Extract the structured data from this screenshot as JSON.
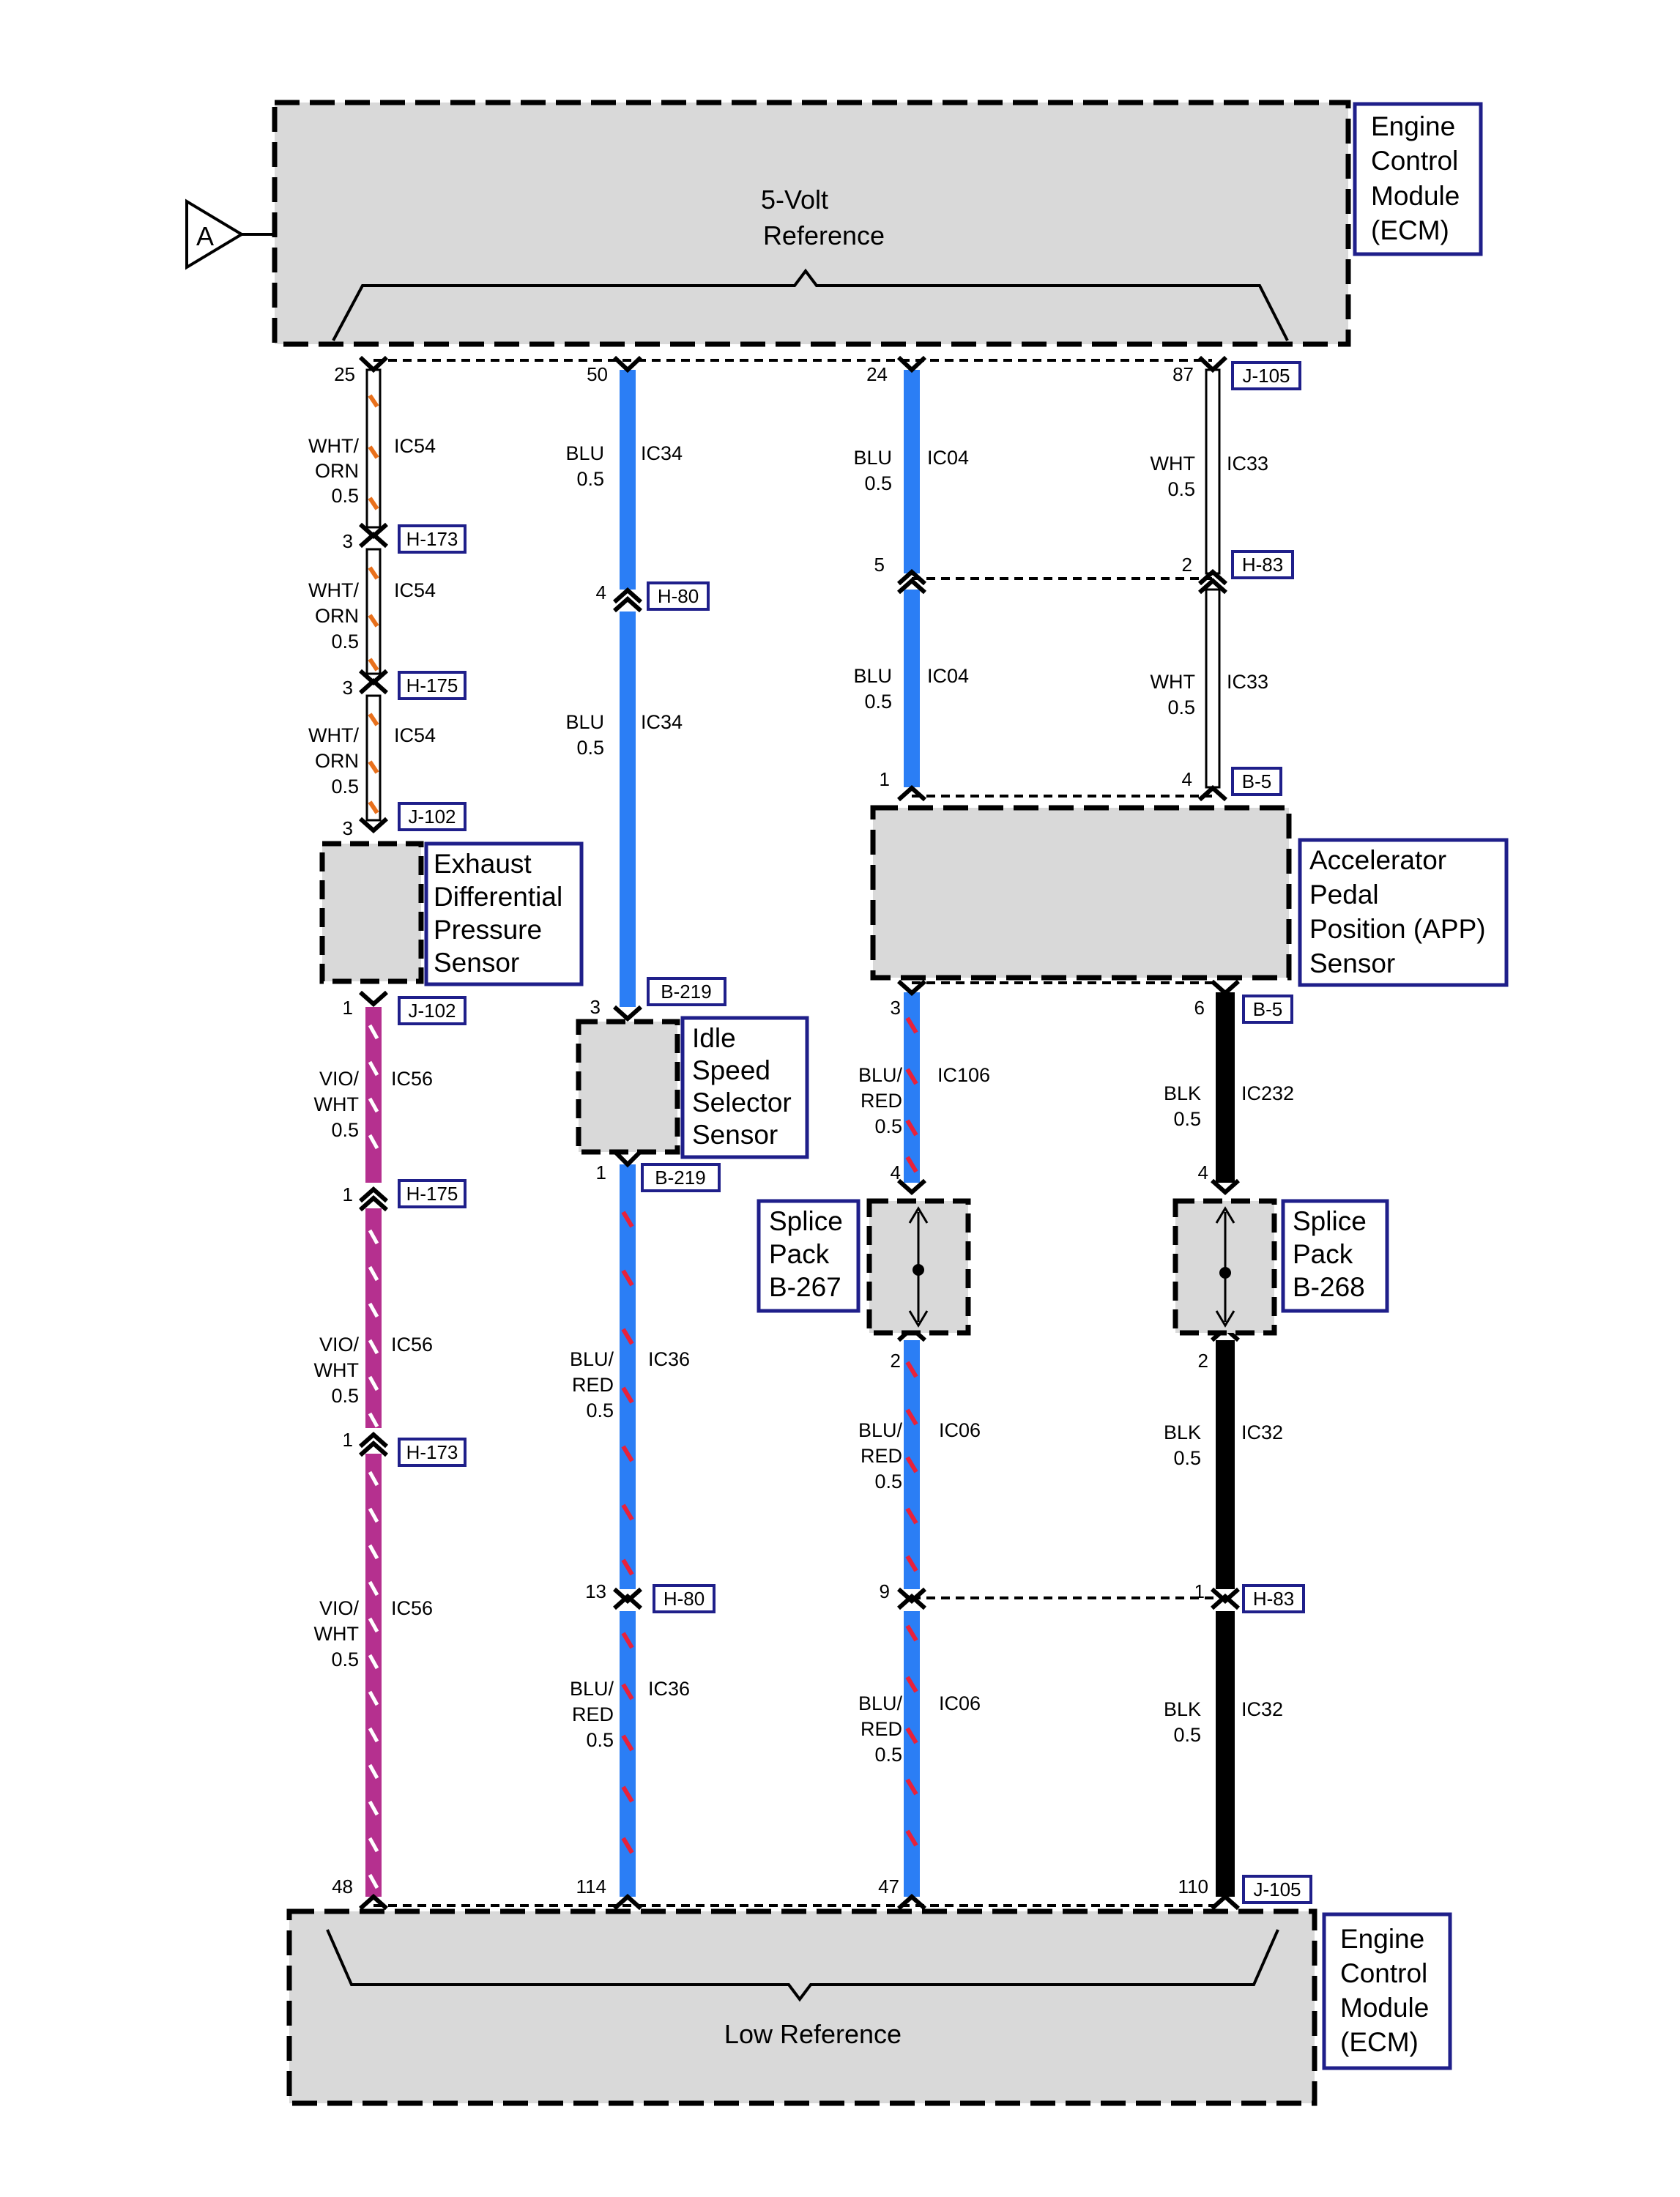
{
  "colors": {
    "module_fill": "#d9d9d9",
    "label_border": "#1f1f8a",
    "blue": "#2b7ef5",
    "red_stripe": "#e8213b",
    "orange_stripe": "#e8701c",
    "violet": "#b5308f",
    "black": "#000000"
  },
  "ecm_top": {
    "label": [
      "Engine",
      "Control",
      "Module",
      "(ECM)"
    ],
    "text": [
      "5-Volt",
      "Reference"
    ],
    "connector_label": "A"
  },
  "ecm_bottom": {
    "label": [
      "Engine",
      "Control",
      "Module",
      "(ECM)"
    ],
    "text": "Low Reference"
  },
  "components": {
    "exhaust": [
      "Exhaust",
      "Differential",
      "Pressure",
      "Sensor"
    ],
    "idle": [
      "Idle",
      "Speed",
      "Selector",
      "Sensor"
    ],
    "app": [
      "Accelerator",
      "Pedal",
      "Position (APP)",
      "Sensor"
    ],
    "splice1": [
      "Splice",
      "Pack",
      "B-267"
    ],
    "splice2": [
      "Splice",
      "Pack",
      "B-268"
    ]
  },
  "pins": {
    "c1_top": "25",
    "c1_h173": "3",
    "c1_h175": "3",
    "c1_j102": "3",
    "c1_j102b": "1",
    "c1_h175b": "1",
    "c1_h173b": "1",
    "c1_bottom": "48",
    "c2_top": "50",
    "c2_h80": "4",
    "c2_b219": "3",
    "c2_b219b": "1",
    "c2_h80b": "13",
    "c2_bottom": "114",
    "c3_top": "24",
    "c3_h83": "5",
    "c3_b5": "1",
    "c3_app": "3",
    "c3_sp_in": "4",
    "c3_sp_out": "2",
    "c3_h83b": "9",
    "c3_bottom": "47",
    "c4_top": "87",
    "c4_h83": "2",
    "c4_b5": "4",
    "c4_app": "6",
    "c4_sp_in": "4",
    "c4_sp_out": "2",
    "c4_h83b": "1",
    "c4_bottom": "110"
  },
  "connectors": {
    "h173": "H-173",
    "h175": "H-175",
    "j102": "J-102",
    "j102b": "J-102",
    "h175b": "H-175",
    "h173b": "H-173",
    "h80": "H-80",
    "b219": "B-219",
    "b219b": "B-219",
    "h80b": "H-80",
    "j105": "J-105",
    "h83": "H-83",
    "b5": "B-5",
    "b5b": "B-5",
    "h83b": "H-83",
    "j105b": "J-105"
  },
  "wires": {
    "c1_s1": {
      "color": [
        "WHT/",
        "ORN",
        "0.5"
      ],
      "circuit": "IC54"
    },
    "c1_s2": {
      "color": [
        "WHT/",
        "ORN",
        "0.5"
      ],
      "circuit": "IC54"
    },
    "c1_s3": {
      "color": [
        "WHT/",
        "ORN",
        "0.5"
      ],
      "circuit": "IC54"
    },
    "c1_s4": {
      "color": [
        "VIO/",
        "WHT",
        "0.5"
      ],
      "circuit": "IC56"
    },
    "c1_s5": {
      "color": [
        "VIO/",
        "WHT",
        "0.5"
      ],
      "circuit": "IC56"
    },
    "c1_s6": {
      "color": [
        "VIO/",
        "WHT",
        "0.5"
      ],
      "circuit": "IC56"
    },
    "c2_s1": {
      "color": [
        "BLU",
        "0.5"
      ],
      "circuit": "IC34"
    },
    "c2_s2": {
      "color": [
        "BLU",
        "0.5"
      ],
      "circuit": "IC34"
    },
    "c2_s3": {
      "color": [
        "BLU/",
        "RED",
        "0.5"
      ],
      "circuit": "IC36"
    },
    "c2_s4": {
      "color": [
        "BLU/",
        "RED",
        "0.5"
      ],
      "circuit": "IC36"
    },
    "c3_s1": {
      "color": [
        "BLU",
        "0.5"
      ],
      "circuit": "IC04"
    },
    "c3_s2": {
      "color": [
        "BLU",
        "0.5"
      ],
      "circuit": "IC04"
    },
    "c3_s3": {
      "color": [
        "BLU/",
        "RED",
        "0.5"
      ],
      "circuit": "IC106"
    },
    "c3_s4": {
      "color": [
        "BLU/",
        "RED",
        "0.5"
      ],
      "circuit": "IC06"
    },
    "c3_s5": {
      "color": [
        "BLU/",
        "RED",
        "0.5"
      ],
      "circuit": "IC06"
    },
    "c4_s1": {
      "color": [
        "WHT",
        "0.5"
      ],
      "circuit": "IC33"
    },
    "c4_s2": {
      "color": [
        "WHT",
        "0.5"
      ],
      "circuit": "IC33"
    },
    "c4_s3": {
      "color": [
        "BLK",
        "0.5"
      ],
      "circuit": "IC232"
    },
    "c4_s4": {
      "color": [
        "BLK",
        "0.5"
      ],
      "circuit": "IC32"
    },
    "c4_s5": {
      "color": [
        "BLK",
        "0.5"
      ],
      "circuit": "IC32"
    }
  }
}
